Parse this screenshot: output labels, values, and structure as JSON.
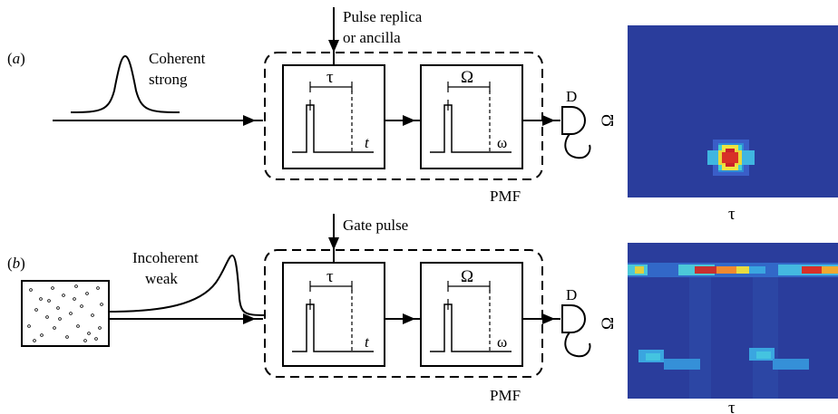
{
  "panels": [
    {
      "tag": "(a)",
      "input_label": [
        "Coherent",
        "strong"
      ],
      "top_label": [
        "Pulse replica",
        "or ancilla"
      ],
      "box1": {
        "delay": "τ",
        "axis": "t"
      },
      "box2": {
        "shift": "Ω",
        "axis": "ω"
      },
      "detector": "D",
      "filter": "PMF",
      "map": {
        "ylabel": "Ω",
        "xlabel": "τ",
        "background": "#2a3d9c"
      }
    },
    {
      "tag": "(b)",
      "input_label": [
        "Incoherent",
        "weak"
      ],
      "top_label": [
        "Gate pulse"
      ],
      "box1": {
        "delay": "τ",
        "axis": "t"
      },
      "box2": {
        "shift": "Ω",
        "axis": "ω"
      },
      "detector": "D",
      "filter": "PMF",
      "map": {
        "ylabel": "Ω",
        "xlabel": "τ",
        "background": "#2a3d9c"
      }
    }
  ]
}
